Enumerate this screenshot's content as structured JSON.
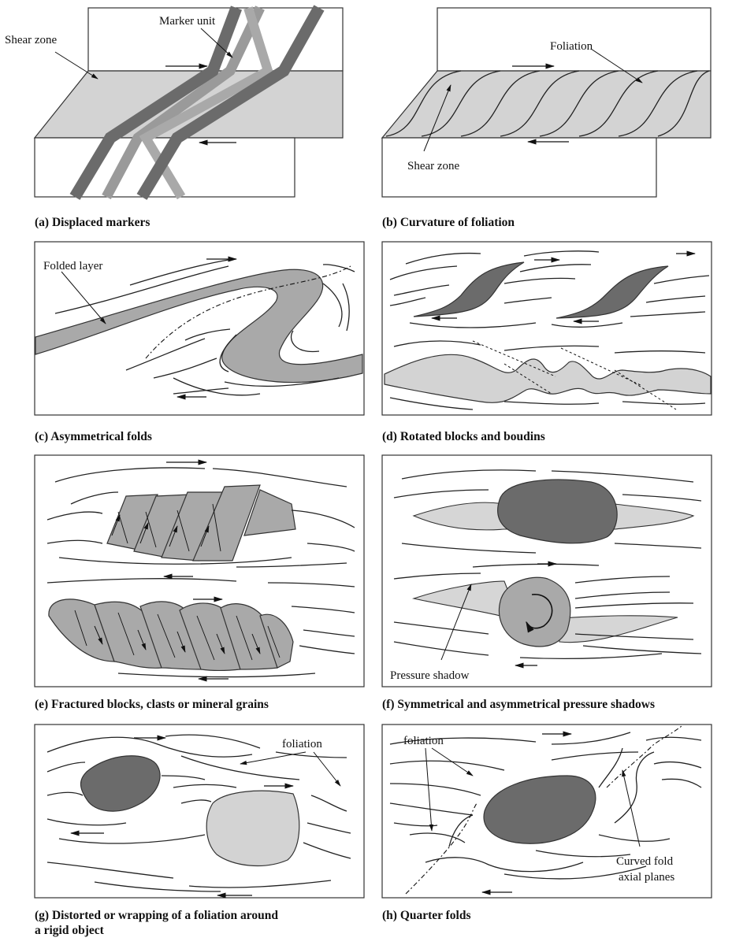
{
  "panels": {
    "a": {
      "caption": "(a) Displaced markers",
      "labels": {
        "shear_zone": "Shear zone",
        "marker_unit": "Marker unit"
      }
    },
    "b": {
      "caption": "(b) Curvature of foliation",
      "labels": {
        "foliation": "Foliation",
        "shear_zone": "Shear zone"
      }
    },
    "c": {
      "caption": "(c) Asymmetrical folds",
      "labels": {
        "folded_layer": "Folded layer"
      }
    },
    "d": {
      "caption": "(d) Rotated blocks and boudins",
      "labels": {}
    },
    "e": {
      "caption": "(e) Fractured blocks, clasts or mineral grains",
      "labels": {}
    },
    "f": {
      "caption": "(f) Symmetrical and asymmetrical pressure shadows",
      "labels": {
        "pressure_shadow": "Pressure shadow"
      }
    },
    "g": {
      "caption_line1": "(g) Distorted or wrapping of a foliation around",
      "caption_line2": "a rigid  object",
      "labels": {
        "foliation": "foliation"
      }
    },
    "h": {
      "caption": "(h) Quarter folds",
      "labels": {
        "foliation": "foliation",
        "curved_fold_line1": "Curved fold",
        "curved_fold_line2": "axial planes"
      }
    }
  },
  "colors": {
    "dark_gray": "#6b6b6b",
    "mid_gray": "#a9a9a9",
    "light_gray": "#d0d0d0",
    "outline": "#333333"
  }
}
